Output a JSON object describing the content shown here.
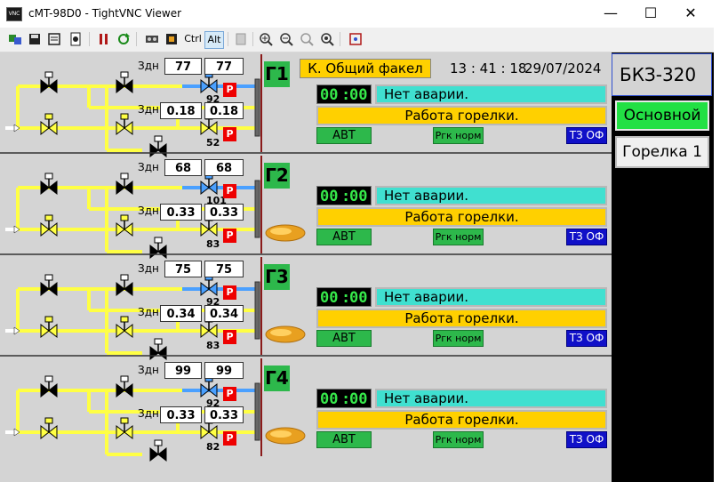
{
  "window": {
    "title": "cMT-98D0 - TightVNC Viewer",
    "icon_label": "VNC"
  },
  "toolbar": {
    "ctrl_label": "Ctrl",
    "alt_label": "Alt",
    "icons": [
      "new-connection-icon",
      "save-icon",
      "options-icon",
      "info-icon",
      "pause-icon",
      "refresh-icon",
      "ctrl-alt-del-icon",
      "ctrl-esc-icon",
      "zoom-in-icon",
      "zoom-out-icon",
      "zoom-100-icon",
      "zoom-auto-icon",
      "fullscreen-icon"
    ]
  },
  "header": {
    "flare_label": "К. Общий факел",
    "time": "13 : 41 : 18",
    "date": "29/07/2024"
  },
  "side": {
    "boiler": "БКЗ-320",
    "mode": "Основной",
    "burner": "Горелка 1"
  },
  "colors": {
    "pipe": "#ffff44",
    "valve_open": "#ffff44",
    "valve_closed": "#000000",
    "valve_blue": "#4aa0ff",
    "alarm_bg": "#40e0d0",
    "work_bg": "#ffd000",
    "green": "#2db84b",
    "blue": "#1010c8",
    "panel": "#d4d4d4"
  },
  "burners": [
    {
      "tag": "Г1",
      "zdn1_label": "Здн",
      "set1": "77",
      "act1": "77",
      "pos1": "92",
      "zdn2_label": "Здн",
      "set2": "0.18",
      "act2": "0.18",
      "pos2": "52",
      "p_label": "Р",
      "timer_min": "00",
      "timer_sec": "00",
      "alarm": "Нет аварии.",
      "work": "Работа горелки.",
      "mode": "АВТ",
      "rgk": "Ргк норм",
      "tz": "ТЗ ОФ",
      "flame": false
    },
    {
      "tag": "Г2",
      "zdn1_label": "Здн",
      "set1": "68",
      "act1": "68",
      "pos1": "101",
      "zdn2_label": "Здн",
      "set2": "0.33",
      "act2": "0.33",
      "pos2": "83",
      "p_label": "Р",
      "timer_min": "00",
      "timer_sec": "00",
      "alarm": "Нет аварии.",
      "work": "Работа горелки.",
      "mode": "АВТ",
      "rgk": "Ргк норм",
      "tz": "ТЗ ОФ",
      "flame": true
    },
    {
      "tag": "Г3",
      "zdn1_label": "Здн",
      "set1": "75",
      "act1": "75",
      "pos1": "92",
      "zdn2_label": "Здн",
      "set2": "0.34",
      "act2": "0.34",
      "pos2": "83",
      "p_label": "Р",
      "timer_min": "00",
      "timer_sec": "00",
      "alarm": "Нет аварии.",
      "work": "Работа горелки.",
      "mode": "АВТ",
      "rgk": "Ргк норм",
      "tz": "ТЗ ОФ",
      "flame": true
    },
    {
      "tag": "Г4",
      "zdn1_label": "Здн",
      "set1": "99",
      "act1": "99",
      "pos1": "92",
      "zdn2_label": "Здн",
      "set2": "0.33",
      "act2": "0.33",
      "pos2": "82",
      "p_label": "Р",
      "timer_min": "00",
      "timer_sec": "00",
      "alarm": "Нет аварии.",
      "work": "Работа горелки.",
      "mode": "АВТ",
      "rgk": "Ргк норм",
      "tz": "ТЗ ОФ",
      "flame": true
    }
  ]
}
